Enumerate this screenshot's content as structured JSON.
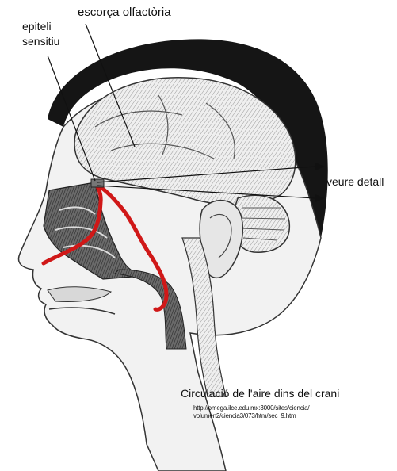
{
  "labels": {
    "olfactory_cortex": "escorça olfactòria",
    "epithelium_line1": "epiteli",
    "epithelium_line2": "sensitiu",
    "see_detail": "veure detall",
    "caption": "Circulació de l'aire dins del crani",
    "url_line1": "http://omega.ilce.edu.mx:3000/sites/ciencia/",
    "url_line2": "volumen2/ciencia3/073/htm/sec_9.htm"
  },
  "colors": {
    "air_path": "#d01818",
    "hair": "#151515",
    "skin": "#f2f2f2",
    "nasal_cavity": "#2a2a2a"
  }
}
